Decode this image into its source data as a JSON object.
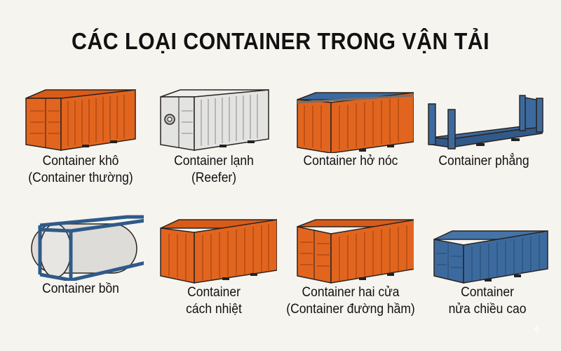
{
  "title": "CÁC LOẠI CONTAINER TRONG VẬN TẢI",
  "colors": {
    "background": "#f6f4ef",
    "orange": "#e2651f",
    "orange_dark": "#b84a12",
    "blue": "#3c6a9e",
    "blue_dark": "#26496f",
    "grey": "#e3e3e1",
    "outline": "#2a2420"
  },
  "containers": [
    {
      "id": "dry",
      "icon": "orange-dry-container-icon",
      "line1": "Container khô",
      "line2": "(Container thường)"
    },
    {
      "id": "reefer",
      "icon": "grey-reefer-container-icon",
      "line1": "Container lạnh",
      "line2": "(Reefer)"
    },
    {
      "id": "open-top",
      "icon": "open-top-container-icon",
      "line1": "Container hở nóc",
      "line2": ""
    },
    {
      "id": "flat-rack",
      "icon": "flat-rack-container-icon",
      "line1": "Container phẳng",
      "line2": ""
    },
    {
      "id": "tank",
      "icon": "tank-container-icon",
      "line1": "Container bồn",
      "line2": ""
    },
    {
      "id": "insulated",
      "icon": "insulated-container-icon",
      "line1": "Container",
      "line2": "cách nhiệt"
    },
    {
      "id": "double-door",
      "icon": "double-door-container-icon",
      "line1": "Container hai cửa",
      "line2": "(Container đường hầm)"
    },
    {
      "id": "half-height",
      "icon": "half-height-container-icon",
      "line1": "Container",
      "line2": "nửa chiều cao"
    }
  ],
  "watermark": {
    "icon": "sparkle-icon",
    "glyph": "✦"
  }
}
